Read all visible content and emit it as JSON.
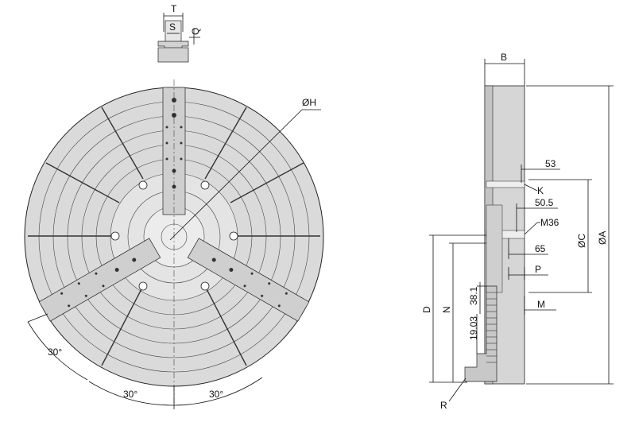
{
  "drawing": {
    "top_labels": {
      "t": "T",
      "s": "S",
      "q": "Q"
    },
    "front_labels": {
      "diameter_h": "ØH",
      "angle_a": "30°",
      "angle_b": "30°",
      "angle_c": "30°"
    },
    "side_labels": {
      "b": "B",
      "dim_53": "53",
      "k": "K",
      "dim_50_5": "50.5",
      "m36": "M36",
      "dim_65": "65",
      "p": "P",
      "m": "M",
      "diameter_c": "ØC",
      "diameter_a": "ØA",
      "d": "D",
      "n": "N",
      "dim_38_1": "38.1",
      "dim_19_03": "19.03",
      "r": "R"
    },
    "colors": {
      "body": "#d9d9d9",
      "ring": "#f2f2f2",
      "line": "#222222",
      "jaw": "#c8c8c8"
    }
  }
}
